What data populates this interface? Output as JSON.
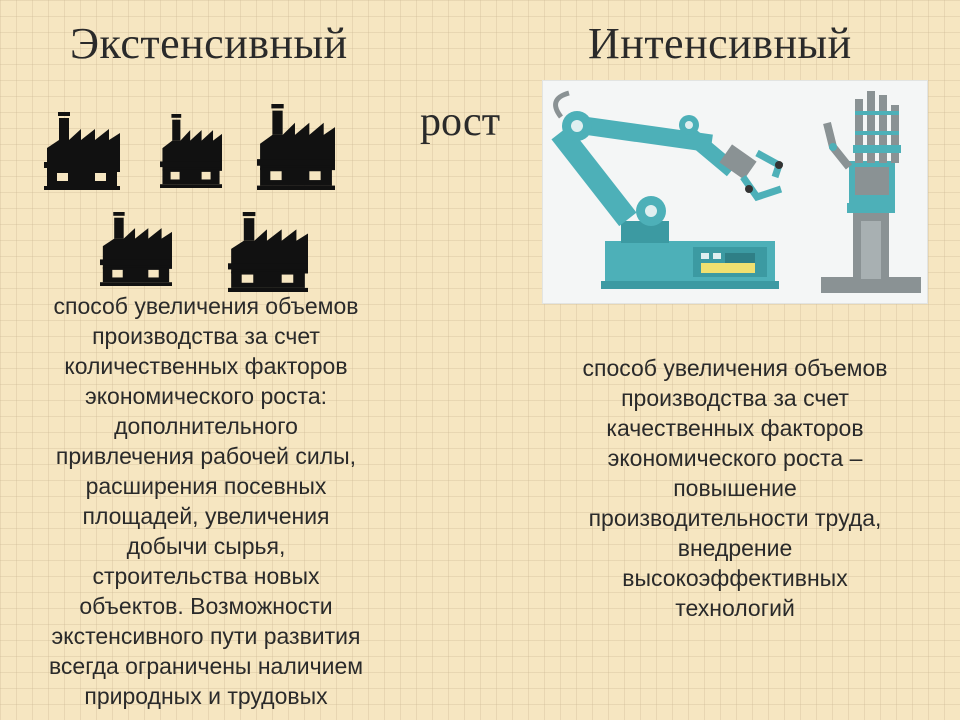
{
  "left": {
    "title": "Экстенсивный",
    "description_lines": [
      "способ увеличения объемов",
      "производства за счет",
      "количественных факторов",
      "экономического роста:",
      "дополнительного",
      "привлечения рабочей силы,",
      "расширения посевных",
      "площадей, увеличения",
      "добычи сырья,",
      "строительства новых",
      "объектов. Возможности",
      "экстенсивного пути развития",
      "всегда ограничены наличием",
      "природных и трудовых"
    ]
  },
  "middle_word": "рост",
  "right": {
    "title": "Интенсивный",
    "description_lines": [
      "способ увеличения объемов",
      "производства за счет",
      "качественных факторов",
      "экономического роста –",
      "повышение",
      "производительности труда,",
      "внедрение",
      "высокоэффективных",
      "технологий"
    ]
  },
  "icons": {
    "factory_count": 5,
    "factory": "factory-icon",
    "robot_arm": "robotic-arm-icon",
    "robot_hand": "robotic-hand-icon"
  },
  "colors": {
    "background": "#f6e6c1",
    "text": "#2a2a2a",
    "factory": "#111111",
    "robot_teal": "#4db0b8",
    "robot_gray": "#8a9294"
  }
}
